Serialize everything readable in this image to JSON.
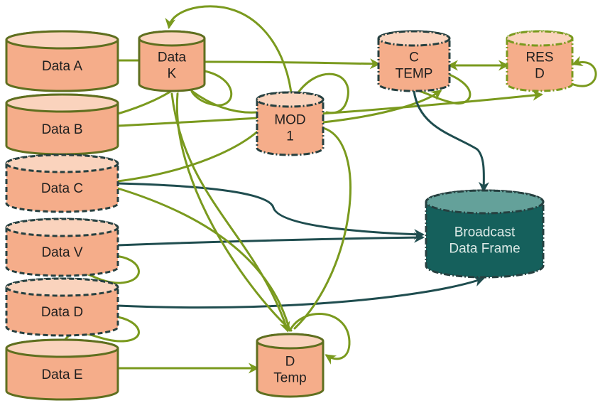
{
  "colors": {
    "node_fill": "#f5ad8a",
    "node_top": "#fad3bd",
    "node_stroke": "#5f6f1f",
    "dashed_stroke": "#264040",
    "olive_edge": "#7a9a1e",
    "teal_edge": "#1f4d4f",
    "broadcast_fill": "#15605c",
    "broadcast_top": "#64a19a",
    "broadcast_text": "#dbe9e6",
    "node_text": "#1f1f1f"
  },
  "nodes": {
    "data_a": {
      "lines": [
        "Data A"
      ]
    },
    "data_b": {
      "lines": [
        "Data B"
      ]
    },
    "data_c": {
      "lines": [
        "Data C"
      ]
    },
    "data_v": {
      "lines": [
        "Data V"
      ]
    },
    "data_d": {
      "lines": [
        "Data D"
      ]
    },
    "data_e": {
      "lines": [
        "Data E"
      ]
    },
    "data_k": {
      "lines": [
        "Data",
        "K"
      ]
    },
    "mod_1": {
      "lines": [
        "MOD",
        "1"
      ]
    },
    "c_temp": {
      "lines": [
        "C",
        "TEMP"
      ]
    },
    "res_d": {
      "lines": [
        "RES",
        "D"
      ]
    },
    "broadcast": {
      "lines": [
        "Broadcast",
        "Data Frame"
      ]
    },
    "d_temp": {
      "lines": [
        "D",
        "Temp"
      ]
    }
  },
  "edges": [
    {
      "from": "data_a",
      "to": "data_k",
      "kind": "olive"
    },
    {
      "from": "data_k",
      "to": "c_temp",
      "kind": "olive"
    },
    {
      "from": "c_temp",
      "to": "res_d",
      "kind": "olive",
      "bidirectional": true
    },
    {
      "from": "res_d",
      "to": "res_d",
      "kind": "olive"
    },
    {
      "from": "data_b",
      "to": "data_k",
      "kind": "olive"
    },
    {
      "from": "data_b",
      "to": "res_d",
      "kind": "olive"
    },
    {
      "from": "mod_1",
      "to": "data_k",
      "kind": "olive"
    },
    {
      "from": "mod_1",
      "to": "c_temp",
      "kind": "olive"
    },
    {
      "from": "data_c",
      "to": "c_temp",
      "kind": "olive"
    },
    {
      "from": "c_temp",
      "to": "broadcast",
      "kind": "teal"
    },
    {
      "from": "data_c",
      "to": "broadcast",
      "kind": "teal"
    },
    {
      "from": "data_v",
      "to": "broadcast",
      "kind": "teal"
    },
    {
      "from": "data_d",
      "to": "broadcast",
      "kind": "teal"
    },
    {
      "from": "data_v",
      "to": "data_d",
      "kind": "olive"
    },
    {
      "from": "data_d",
      "to": "data_e",
      "kind": "olive"
    },
    {
      "from": "data_e",
      "to": "d_temp",
      "kind": "olive"
    },
    {
      "from": "data_k",
      "to": "d_temp",
      "kind": "olive"
    },
    {
      "from": "mod_1",
      "to": "d_temp",
      "kind": "olive"
    },
    {
      "from": "d_temp",
      "to": "d_temp",
      "kind": "olive"
    }
  ]
}
